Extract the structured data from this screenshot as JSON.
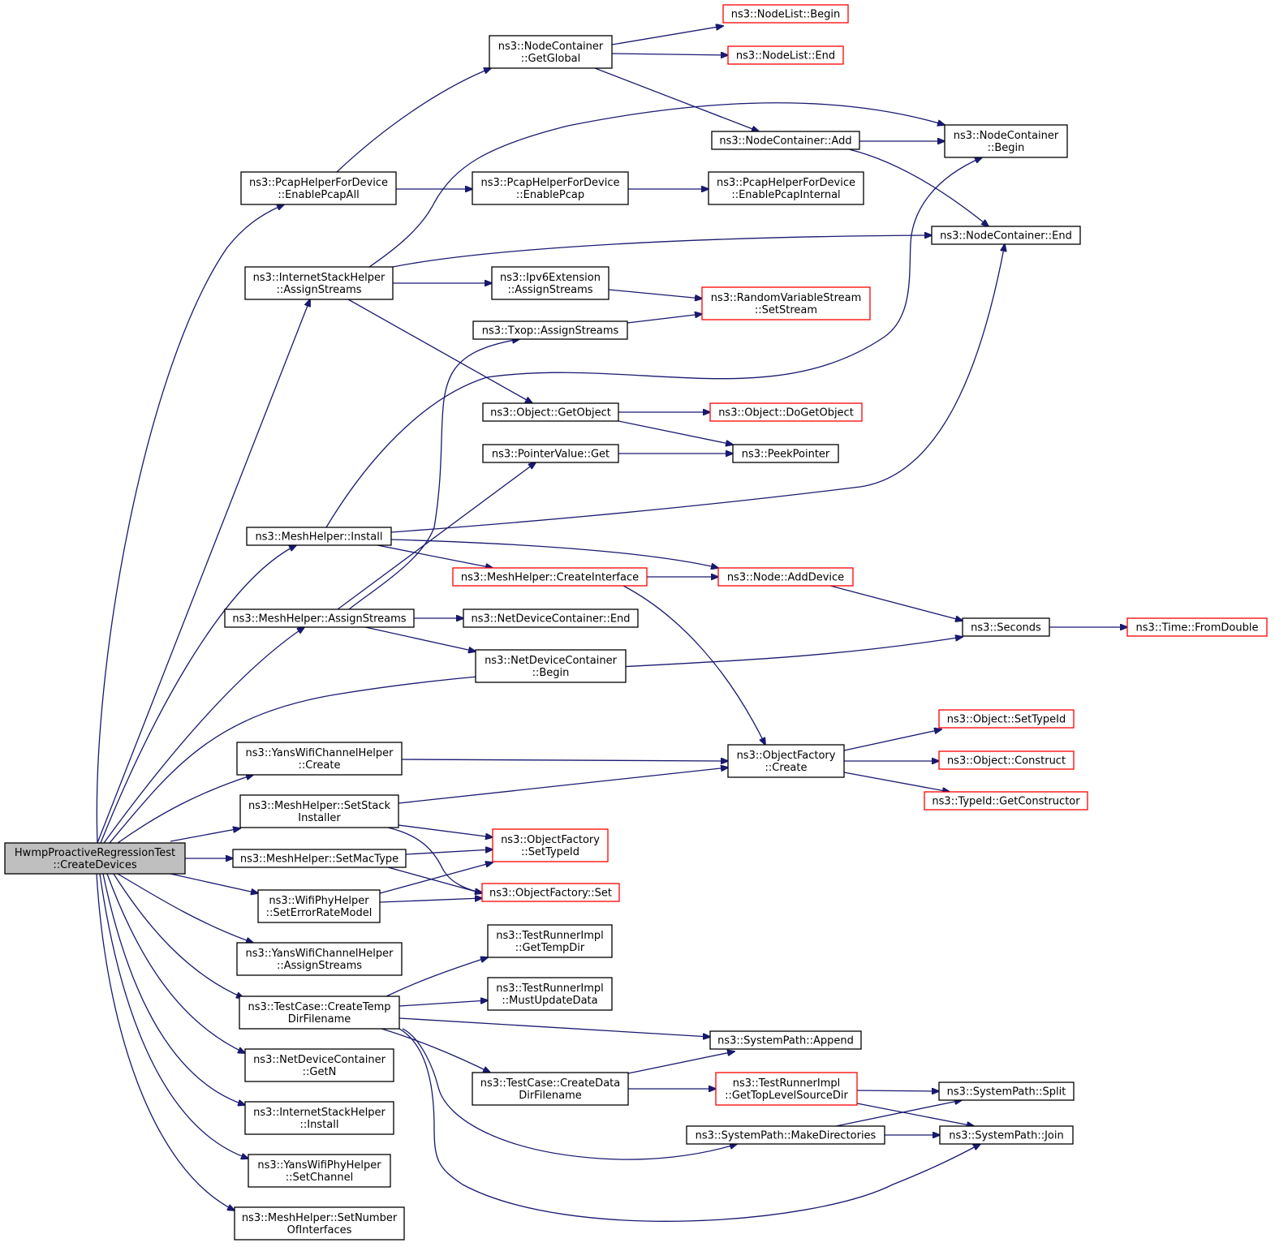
{
  "colors": {
    "edge": "#191970",
    "border_normal": "#000000",
    "border_truncated": "#ff0000",
    "root_fill": "#bfbfbf",
    "fill": "#ffffff"
  },
  "nodes": [
    {
      "id": "root",
      "lines": [
        "HwmpProactiveRegressionTest",
        "::CreateDevices"
      ],
      "style": "root"
    },
    {
      "id": "pcapAll",
      "lines": [
        "ns3::PcapHelperForDevice",
        "::EnablePcapAll"
      ],
      "style": "normal"
    },
    {
      "id": "inetAssign",
      "lines": [
        "ns3::InternetStackHelper",
        "::AssignStreams"
      ],
      "style": "normal"
    },
    {
      "id": "meshInstall",
      "lines": [
        "ns3::MeshHelper::Install"
      ],
      "style": "normal"
    },
    {
      "id": "meshAssign",
      "lines": [
        "ns3::MeshHelper::AssignStreams"
      ],
      "style": "normal"
    },
    {
      "id": "yansChCreate",
      "lines": [
        "ns3::YansWifiChannelHelper",
        "::Create"
      ],
      "style": "normal"
    },
    {
      "id": "setStack",
      "lines": [
        "ns3::MeshHelper::SetStack",
        "Installer"
      ],
      "style": "normal"
    },
    {
      "id": "setMac",
      "lines": [
        "ns3::MeshHelper::SetMacType"
      ],
      "style": "normal"
    },
    {
      "id": "setErr",
      "lines": [
        "ns3::WifiPhyHelper",
        "::SetErrorRateModel"
      ],
      "style": "normal"
    },
    {
      "id": "yansChAssign",
      "lines": [
        "ns3::YansWifiChannelHelper",
        "::AssignStreams"
      ],
      "style": "normal"
    },
    {
      "id": "tmpDir",
      "lines": [
        "ns3::TestCase::CreateTemp",
        "DirFilename"
      ],
      "style": "normal"
    },
    {
      "id": "getN",
      "lines": [
        "ns3::NetDeviceContainer",
        "::GetN"
      ],
      "style": "normal"
    },
    {
      "id": "inetInstall",
      "lines": [
        "ns3::InternetStackHelper",
        "::Install"
      ],
      "style": "normal"
    },
    {
      "id": "yansPhySet",
      "lines": [
        "ns3::YansWifiPhyHelper",
        "::SetChannel"
      ],
      "style": "normal"
    },
    {
      "id": "setNumIf",
      "lines": [
        "ns3::MeshHelper::SetNumber",
        "OfInterfaces"
      ],
      "style": "normal"
    },
    {
      "id": "getGlobal",
      "lines": [
        "ns3::NodeContainer",
        "::GetGlobal"
      ],
      "style": "normal"
    },
    {
      "id": "enablePcap",
      "lines": [
        "ns3::PcapHelperForDevice",
        "::EnablePcap"
      ],
      "style": "normal"
    },
    {
      "id": "ipv6Assign",
      "lines": [
        "ns3::Ipv6Extension",
        "::AssignStreams"
      ],
      "style": "normal"
    },
    {
      "id": "txopAssign",
      "lines": [
        "ns3::Txop::AssignStreams"
      ],
      "style": "normal"
    },
    {
      "id": "getObject",
      "lines": [
        "ns3::Object::GetObject"
      ],
      "style": "normal"
    },
    {
      "id": "ptrGet",
      "lines": [
        "ns3::PointerValue::Get"
      ],
      "style": "normal"
    },
    {
      "id": "createIf",
      "lines": [
        "ns3::MeshHelper::CreateInterface"
      ],
      "style": "truncated"
    },
    {
      "id": "ndcEnd",
      "lines": [
        "ns3::NetDeviceContainer::End"
      ],
      "style": "normal"
    },
    {
      "id": "ndcBegin",
      "lines": [
        "ns3::NetDeviceContainer",
        "::Begin"
      ],
      "style": "normal"
    },
    {
      "id": "ofSetType",
      "lines": [
        "ns3::ObjectFactory",
        "::SetTypeId"
      ],
      "style": "truncated"
    },
    {
      "id": "ofSet",
      "lines": [
        "ns3::ObjectFactory::Set"
      ],
      "style": "truncated"
    },
    {
      "id": "trTemp",
      "lines": [
        "ns3::TestRunnerImpl",
        "::GetTempDir"
      ],
      "style": "normal"
    },
    {
      "id": "trMust",
      "lines": [
        "ns3::TestRunnerImpl",
        "::MustUpdateData"
      ],
      "style": "normal"
    },
    {
      "id": "dataDir",
      "lines": [
        "ns3::TestCase::CreateData",
        "DirFilename"
      ],
      "style": "normal"
    },
    {
      "id": "nlBegin",
      "lines": [
        "ns3::NodeList::Begin"
      ],
      "style": "truncated"
    },
    {
      "id": "nlEnd",
      "lines": [
        "ns3::NodeList::End"
      ],
      "style": "truncated"
    },
    {
      "id": "ncAdd",
      "lines": [
        "ns3::NodeContainer::Add"
      ],
      "style": "normal"
    },
    {
      "id": "pcapInternal",
      "lines": [
        "ns3::PcapHelperForDevice",
        "::EnablePcapInternal"
      ],
      "style": "normal"
    },
    {
      "id": "rvsSet",
      "lines": [
        "ns3::RandomVariableStream",
        "::SetStream"
      ],
      "style": "truncated"
    },
    {
      "id": "doGetObj",
      "lines": [
        "ns3::Object::DoGetObject"
      ],
      "style": "truncated"
    },
    {
      "id": "peek",
      "lines": [
        "ns3::PeekPointer"
      ],
      "style": "normal"
    },
    {
      "id": "addDev",
      "lines": [
        "ns3::Node::AddDevice"
      ],
      "style": "truncated"
    },
    {
      "id": "ofCreate",
      "lines": [
        "ns3::ObjectFactory",
        "::Create"
      ],
      "style": "normal"
    },
    {
      "id": "spAppend",
      "lines": [
        "ns3::SystemPath::Append"
      ],
      "style": "normal"
    },
    {
      "id": "trTop",
      "lines": [
        "ns3::TestRunnerImpl",
        "::GetTopLevelSourceDir"
      ],
      "style": "truncated"
    },
    {
      "id": "spMake",
      "lines": [
        "ns3::SystemPath::MakeDirectories"
      ],
      "style": "normal"
    },
    {
      "id": "ncBegin",
      "lines": [
        "ns3::NodeContainer",
        "::Begin"
      ],
      "style": "normal"
    },
    {
      "id": "ncEnd",
      "lines": [
        "ns3::NodeContainer::End"
      ],
      "style": "normal"
    },
    {
      "id": "seconds",
      "lines": [
        "ns3::Seconds"
      ],
      "style": "normal"
    },
    {
      "id": "objSetType",
      "lines": [
        "ns3::Object::SetTypeId"
      ],
      "style": "truncated"
    },
    {
      "id": "objConstruct",
      "lines": [
        "ns3::Object::Construct"
      ],
      "style": "truncated"
    },
    {
      "id": "tidGetCons",
      "lines": [
        "ns3::TypeId::GetConstructor"
      ],
      "style": "truncated"
    },
    {
      "id": "spSplit",
      "lines": [
        "ns3::SystemPath::Split"
      ],
      "style": "normal"
    },
    {
      "id": "spJoin",
      "lines": [
        "ns3::SystemPath::Join"
      ],
      "style": "normal"
    },
    {
      "id": "timeFrom",
      "lines": [
        "ns3::Time::FromDouble"
      ],
      "style": "truncated"
    }
  ],
  "edges": [
    [
      "root",
      "pcapAll"
    ],
    [
      "root",
      "inetAssign"
    ],
    [
      "root",
      "meshInstall"
    ],
    [
      "root",
      "meshAssign"
    ],
    [
      "root",
      "seconds"
    ],
    [
      "root",
      "yansChCreate"
    ],
    [
      "root",
      "setStack"
    ],
    [
      "root",
      "setMac"
    ],
    [
      "root",
      "setErr"
    ],
    [
      "root",
      "yansChAssign"
    ],
    [
      "root",
      "tmpDir"
    ],
    [
      "root",
      "getN"
    ],
    [
      "root",
      "inetInstall"
    ],
    [
      "root",
      "yansPhySet"
    ],
    [
      "root",
      "setNumIf"
    ],
    [
      "pcapAll",
      "getGlobal"
    ],
    [
      "pcapAll",
      "enablePcap"
    ],
    [
      "getGlobal",
      "nlBegin"
    ],
    [
      "getGlobal",
      "nlEnd"
    ],
    [
      "getGlobal",
      "ncAdd"
    ],
    [
      "ncAdd",
      "ncBegin"
    ],
    [
      "ncAdd",
      "ncEnd"
    ],
    [
      "enablePcap",
      "pcapInternal"
    ],
    [
      "inetAssign",
      "ncBegin"
    ],
    [
      "inetAssign",
      "ncEnd"
    ],
    [
      "inetAssign",
      "ipv6Assign"
    ],
    [
      "inetAssign",
      "getObject"
    ],
    [
      "ipv6Assign",
      "rvsSet"
    ],
    [
      "txopAssign",
      "rvsSet"
    ],
    [
      "getObject",
      "doGetObj"
    ],
    [
      "getObject",
      "peek"
    ],
    [
      "ptrGet",
      "peek"
    ],
    [
      "meshInstall",
      "ncBegin"
    ],
    [
      "meshInstall",
      "ncEnd"
    ],
    [
      "meshInstall",
      "addDev"
    ],
    [
      "meshInstall",
      "createIf"
    ],
    [
      "meshAssign",
      "txopAssign"
    ],
    [
      "meshAssign",
      "ptrGet"
    ],
    [
      "meshAssign",
      "ndcEnd"
    ],
    [
      "meshAssign",
      "ndcBegin"
    ],
    [
      "createIf",
      "addDev"
    ],
    [
      "createIf",
      "ofCreate"
    ],
    [
      "addDev",
      "seconds"
    ],
    [
      "seconds",
      "timeFrom"
    ],
    [
      "yansChCreate",
      "ofCreate"
    ],
    [
      "setStack",
      "ofCreate"
    ],
    [
      "setStack",
      "ofSetType"
    ],
    [
      "setStack",
      "ofSet"
    ],
    [
      "setMac",
      "ofSetType"
    ],
    [
      "setMac",
      "ofSet"
    ],
    [
      "setErr",
      "ofSetType"
    ],
    [
      "setErr",
      "ofSet"
    ],
    [
      "ofCreate",
      "objSetType"
    ],
    [
      "ofCreate",
      "objConstruct"
    ],
    [
      "ofCreate",
      "tidGetCons"
    ],
    [
      "tmpDir",
      "trTemp"
    ],
    [
      "tmpDir",
      "trMust"
    ],
    [
      "tmpDir",
      "spAppend"
    ],
    [
      "tmpDir",
      "dataDir"
    ],
    [
      "tmpDir",
      "spMake"
    ],
    [
      "tmpDir",
      "spJoin"
    ],
    [
      "dataDir",
      "spAppend"
    ],
    [
      "dataDir",
      "trTop"
    ],
    [
      "trTop",
      "spSplit"
    ],
    [
      "trTop",
      "spJoin"
    ],
    [
      "spMake",
      "spSplit"
    ],
    [
      "spMake",
      "spJoin"
    ]
  ]
}
